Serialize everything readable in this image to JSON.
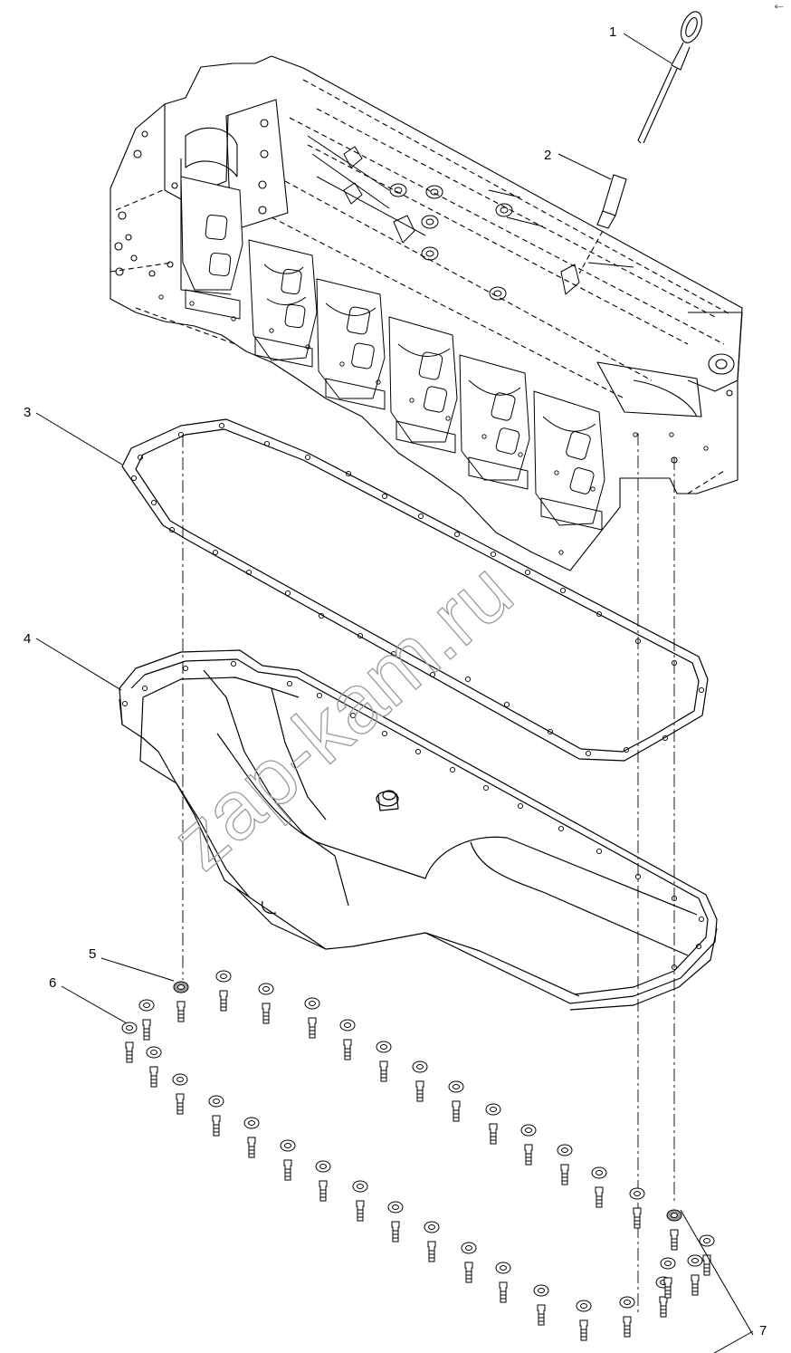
{
  "corner_mark": "e—",
  "watermark": "zap-kam.ru",
  "callouts": [
    "1",
    "2",
    "3",
    "4",
    "5",
    "6",
    "7"
  ],
  "colors": {
    "line": "#000000",
    "watermark": "#9a9a9a",
    "background": "#ffffff"
  }
}
